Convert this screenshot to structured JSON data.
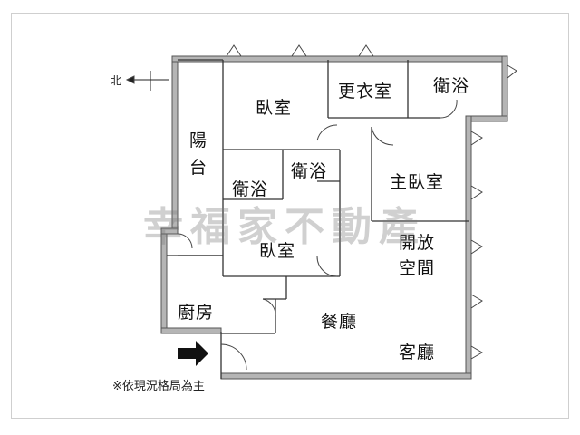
{
  "plan": {
    "compass_label": "北",
    "watermark": "幸福家不動產",
    "note": "※依現況格局為主",
    "rooms": {
      "bedroom1": "臥室",
      "closet": "更衣室",
      "bath_ne": "衛浴",
      "balcony": "陽台",
      "bath_mid_left": "衛浴",
      "bath_mid_right": "衛浴",
      "master_bedroom": "主臥室",
      "bedroom2": "臥室",
      "open_space": "開放\n空間",
      "kitchen": "廚房",
      "dining": "餐廳",
      "living": "客廳"
    },
    "entrance_icon": "arrow-right-icon",
    "colors": {
      "wall": "#9a9a9a",
      "wall_edge": "#555555",
      "text": "#111111"
    }
  }
}
